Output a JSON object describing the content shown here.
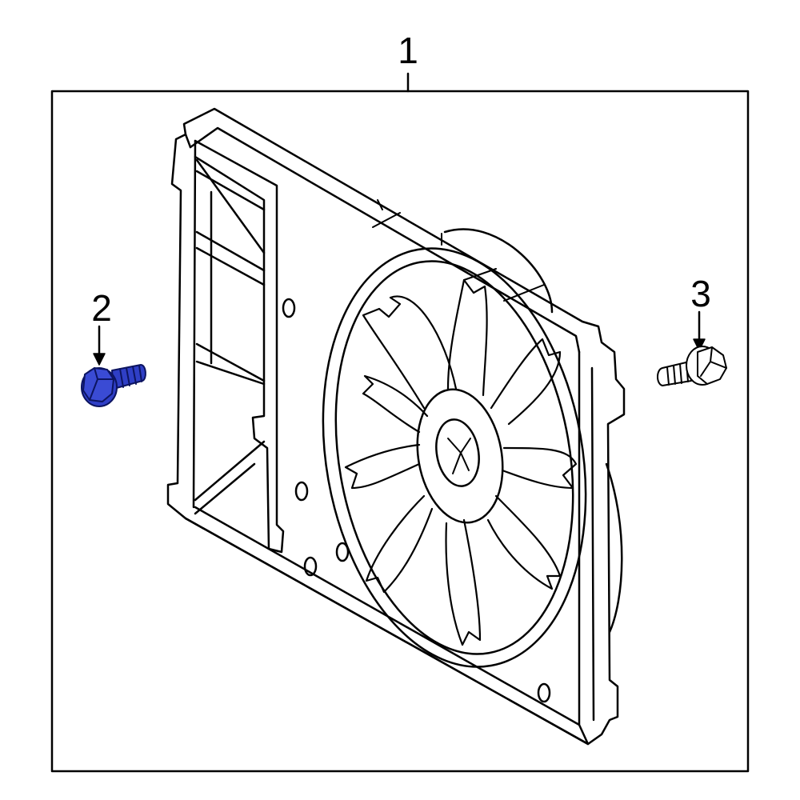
{
  "callouts": {
    "part_1": "1",
    "part_2": "2",
    "part_3": "3"
  },
  "colors": {
    "line": "#000000",
    "highlight_fill": "#2f3fc6",
    "highlight_stroke": "#0c1460",
    "background": "#ffffff"
  },
  "icons": {
    "fan_assembly": "fan-shroud-assembly-icon",
    "bolt_highlighted": "flange-bolt-icon",
    "bolt_plain": "flange-bolt-icon"
  }
}
